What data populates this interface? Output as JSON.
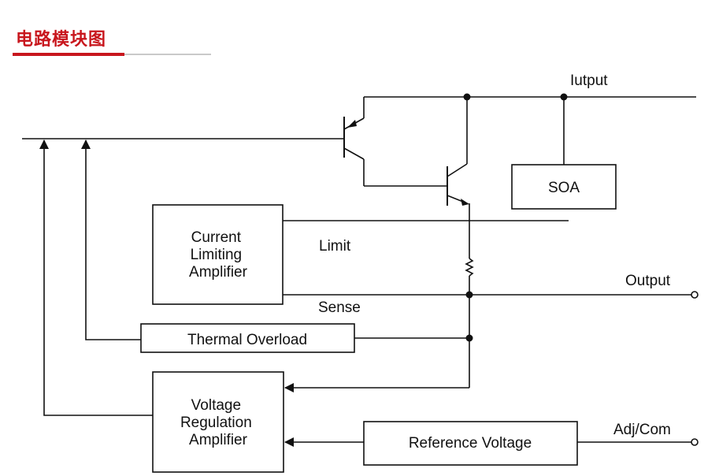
{
  "header": {
    "title": "电路模块图",
    "accent_color": "#c8161d",
    "rule_color": "#c9c9c9"
  },
  "diagram": {
    "blocks": {
      "current_limiting": [
        "Current",
        "Limiting",
        "Amplifier"
      ],
      "soa": "SOA",
      "thermal_overload": "Thermal Overload",
      "voltage_regulation": [
        "Voltage",
        "Regulation",
        "Amplifier"
      ],
      "reference_voltage": "Reference Voltage"
    },
    "labels": {
      "input": "Iutput",
      "output": "Output",
      "adj_com": "Adj/Com",
      "limit": "Limit",
      "sense": "Sense"
    }
  }
}
